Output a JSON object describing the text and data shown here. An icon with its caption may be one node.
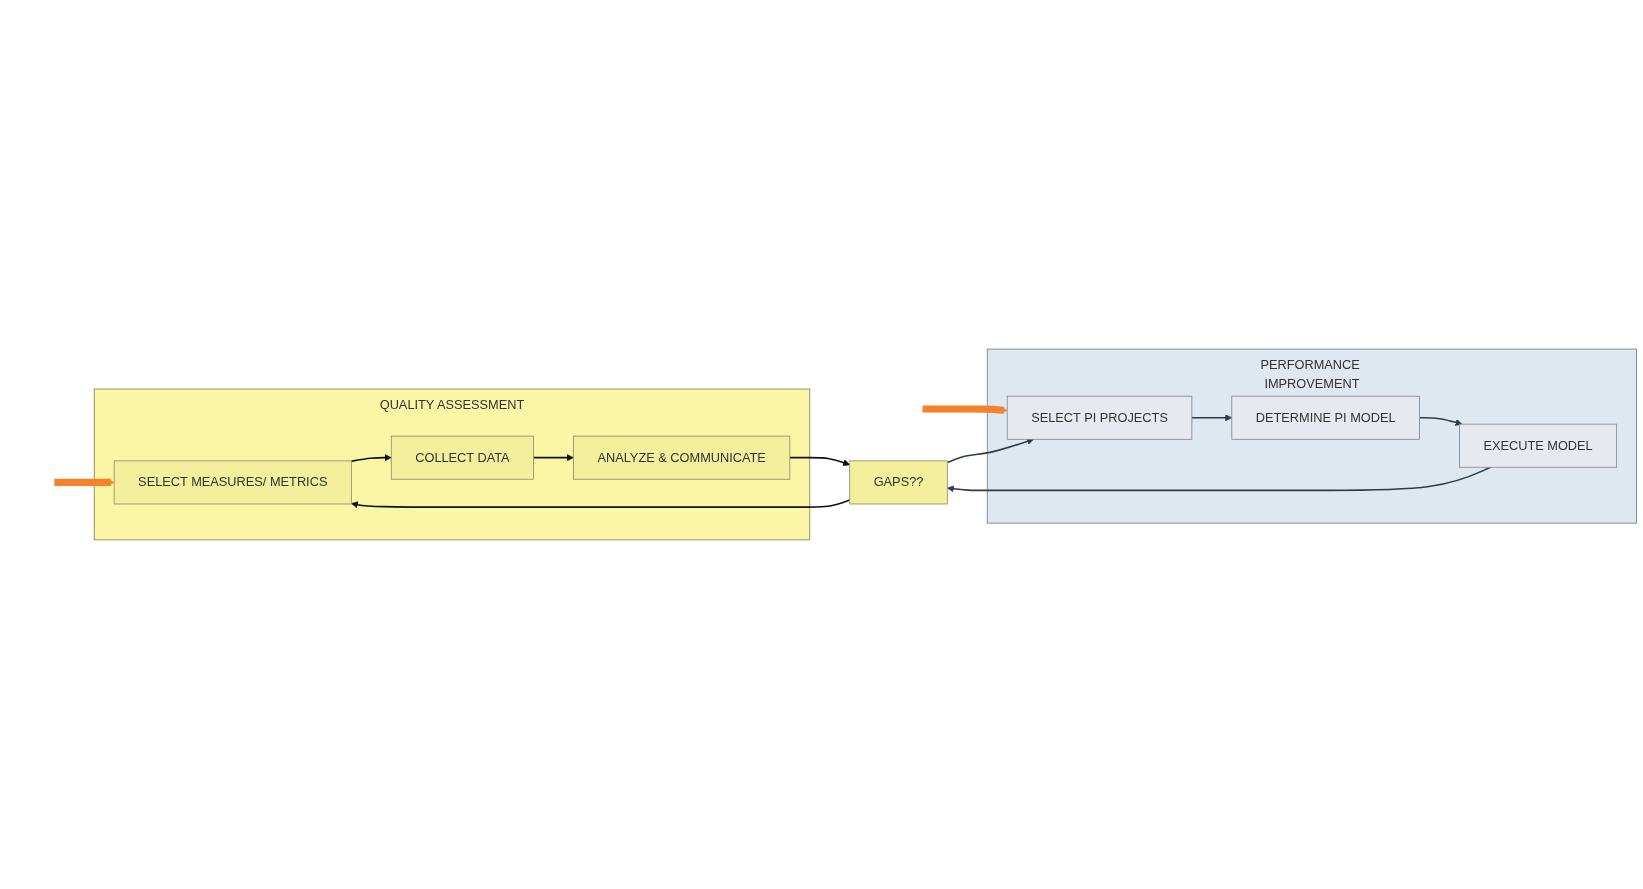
{
  "diagram": {
    "nodes": [
      {
        "text": [
          "QUALITY ASSESSMENT"
        ]
      },
      {
        "text": [
          "SELECT MEASURES/ METRICS"
        ],
        "in": 0
      },
      {
        "text": [
          "COLLECT DATA"
        ],
        "in": 0
      },
      {
        "text": [
          "ANALYZE & COMMUNICATE"
        ],
        "in": 0
      },
      {
        "text": [
          "GAPS??"
        ]
      },
      {
        "text": [
          "PERFORMANCE IMPROVEMENT"
        ]
      },
      {
        "text": [
          "SELECT PI PROJECTS"
        ],
        "in": 5
      },
      {
        "text": [
          "DETERMINE PI MODEL"
        ],
        "in": 5
      },
      {
        "text": [
          "EXECUTE MODEL"
        ],
        "in": 5
      }
    ],
    "edges": [
      {
        "from": null,
        "to": 1,
        "arrow": "to",
        "style": "thick",
        "color": "#f5822a"
      },
      {
        "from": null,
        "to": 6,
        "arrow": "to",
        "style": "thick",
        "color": "#f5822a"
      },
      {
        "from": 1,
        "to": 2,
        "arrow": "to"
      },
      {
        "from": 2,
        "to": 3,
        "arrow": "to"
      },
      {
        "from": 3,
        "to": 4,
        "arrow": "to"
      },
      {
        "from": 4,
        "to": 1,
        "arrow": "to"
      },
      {
        "from": 4,
        "to": 6,
        "arrow": "to"
      },
      {
        "from": 6,
        "to": 7,
        "arrow": "to"
      },
      {
        "from": 7,
        "to": 8,
        "arrow": "to"
      },
      {
        "from": 8,
        "to": 4,
        "arrow": "to"
      }
    ]
  }
}
